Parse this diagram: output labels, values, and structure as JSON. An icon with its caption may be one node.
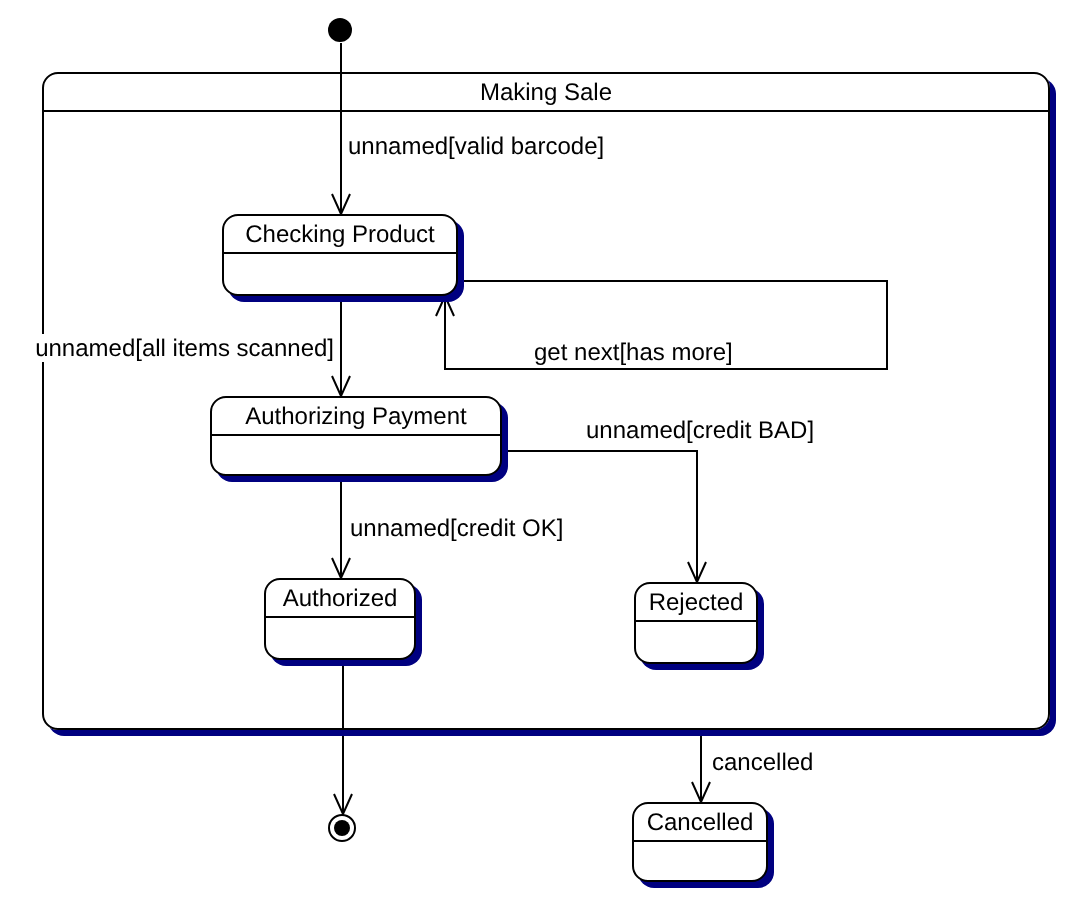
{
  "diagram": {
    "nodes": [
      {
        "text": [],
        "shape": "circle"
      },
      {
        "text": [
          "Making Sale"
        ]
      },
      {
        "text": [
          "Checking Product"
        ],
        "in": 1
      },
      {
        "text": [
          "Authorizing Payment"
        ],
        "in": 1
      },
      {
        "text": [
          "Authorized"
        ],
        "in": 1
      },
      {
        "text": [
          "Rejected"
        ],
        "in": 1
      },
      {
        "text": [],
        "shape": "bullseye"
      },
      {
        "text": [
          "Cancelled"
        ]
      }
    ],
    "edges": [
      {
        "from": 0,
        "to": 2,
        "arrow": "to",
        "label": "unnamed[valid barcode]"
      },
      {
        "from": 2,
        "to": 3,
        "arrow": "to",
        "label": "unnamed[all items scanned]"
      },
      {
        "from": 2,
        "to": 2,
        "arrow": "to",
        "label": "get next[has more]"
      },
      {
        "from": 3,
        "to": 4,
        "arrow": "to",
        "label": "unnamed[credit OK]"
      },
      {
        "from": 3,
        "to": 5,
        "arrow": "to",
        "label": "unnamed[credit BAD]"
      },
      {
        "from": 4,
        "to": 6,
        "arrow": "to"
      },
      {
        "from": 1,
        "to": 7,
        "arrow": "to",
        "label": "cancelled"
      }
    ]
  }
}
